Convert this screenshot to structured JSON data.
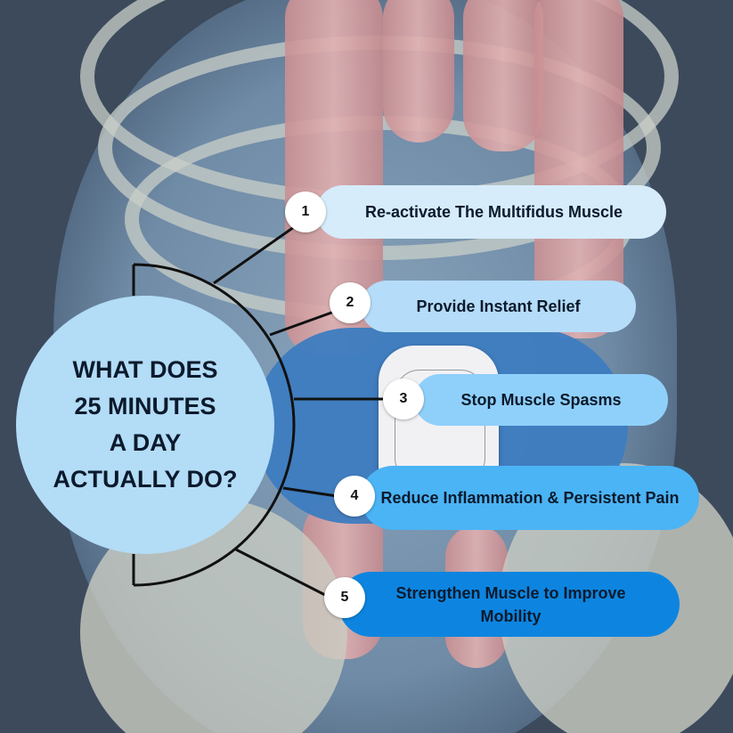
{
  "center": {
    "lines": [
      "WHAT DOES",
      "25 MINUTES",
      "A DAY",
      "ACTUALLY DO?"
    ]
  },
  "benefits": [
    {
      "number": "1",
      "label": "Re-activate The Multifidus Muscle",
      "color": "#d6ecfb"
    },
    {
      "number": "2",
      "label": "Provide Instant Relief",
      "color": "#b5dcf8"
    },
    {
      "number": "3",
      "label": "Stop Muscle Spasms",
      "color": "#8fd0fb"
    },
    {
      "number": "4",
      "label": "Reduce Inflammation & Persistent Pain",
      "color": "#4bb4f5"
    },
    {
      "number": "5",
      "label": "Strengthen Muscle to Improve Mobility",
      "color": "#0d85e0"
    }
  ]
}
